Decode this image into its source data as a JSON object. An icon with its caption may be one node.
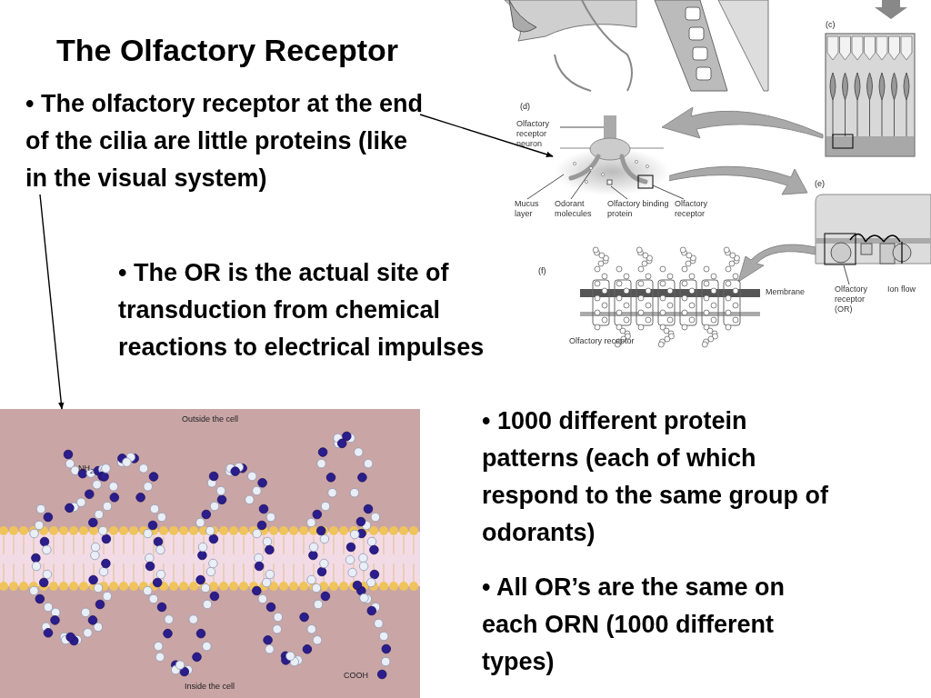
{
  "diagram": {
    "title": "The Olfactory Receptor",
    "nodes": [
      {
        "text": [
          "• The olfactory receptor at the end of the cilia are little proteins (like in the visual system)"
        ]
      },
      {
        "text": [],
        "shape": "picture"
      },
      {
        "text": [],
        "shape": "picture"
      },
      {
        "text": [
          "Olfactory receptor neuron"
        ]
      },
      {
        "text": [
          "Mucus layer"
        ]
      },
      {
        "text": [
          "Odorant molecules"
        ]
      },
      {
        "text": [
          "Olfactory binding protein"
        ]
      },
      {
        "text": [
          "Olfactory receptor"
        ]
      },
      {
        "text": [
          "Olfactory receptor (OR)"
        ]
      }
    ],
    "edges": [
      {
        "from": 0,
        "to": 1,
        "arrow": "to"
      },
      {
        "from": 0,
        "to": 2,
        "arrow": "to"
      },
      {
        "from": 3,
        "to": 1,
        "arrow": "none"
      },
      {
        "from": 4,
        "to": 1,
        "arrow": "none"
      },
      {
        "from": 5,
        "to": 1,
        "arrow": "none"
      },
      {
        "from": 6,
        "to": 1,
        "arrow": "none"
      },
      {
        "from": 7,
        "to": 1,
        "arrow": "none"
      },
      {
        "from": 8,
        "to": null,
        "arrow": "none"
      }
    ],
    "labels": [
      "(c)",
      "(d)",
      "(e)",
      "Ion flow",
      "(f)",
      "Membrane",
      "Olfactory receptor",
      "• The OR is the actual site of transduction from chemical reactions to electrical impulses",
      "Outside the cell",
      "NH$_{2}$",
      "Inside the cell",
      "COOH",
      "• 1000 different protein patterns (each of which respond to the same group of odorants)",
      "• All OR’s are the same on each ORN (1000 different types)"
    ]
  }
}
